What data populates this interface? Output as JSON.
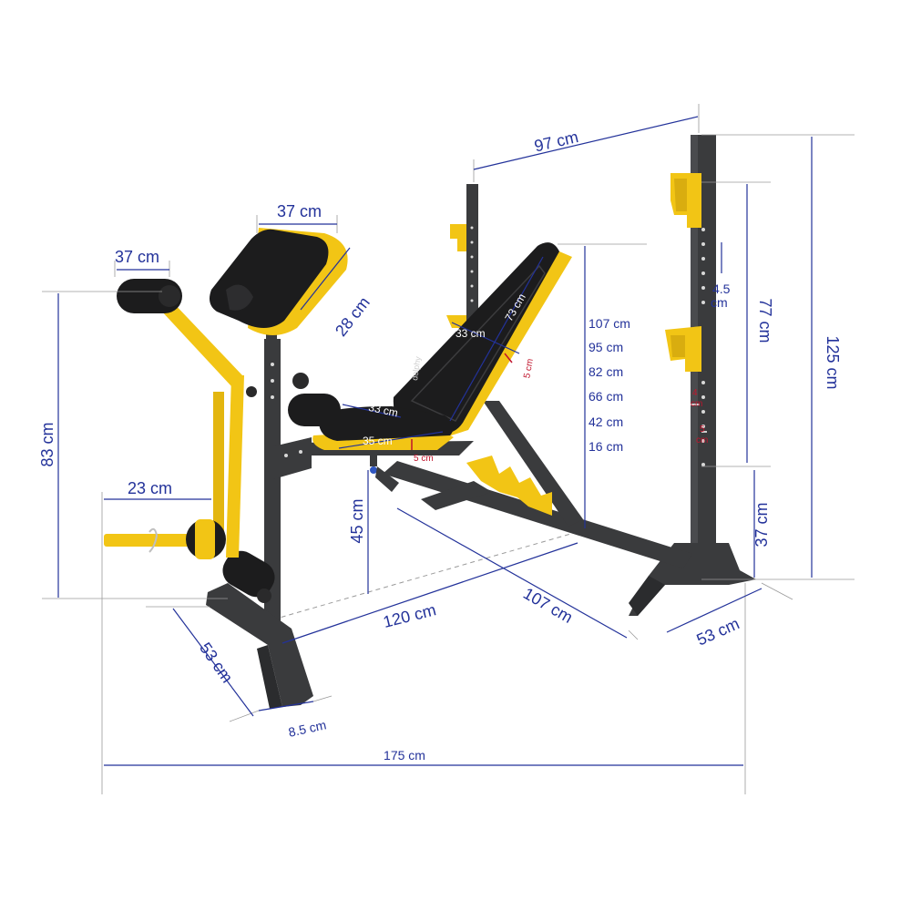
{
  "product": {
    "brand_mark": "dolphy",
    "frame_color": "#3a3b3d",
    "accent_color": "#f2c515",
    "pad_color": "#1c1c1d",
    "dimension_color": "#23329a",
    "highlight_color": "#c0142c"
  },
  "dimensions": {
    "rack_width": "97 cm",
    "rack_height": "125 cm",
    "rack_hook_span": "77 cm",
    "rack_hole_spacing_value": "4.5",
    "rack_hole_spacing_unit": "cm",
    "rack_base_height": "37 cm",
    "rack_foot_depth": "53 cm",
    "curl_pad_width": "37 cm",
    "curl_pad_length": "28 cm",
    "leg_roller_width": "37 cm",
    "leg_attachment_height": "83 cm",
    "plate_post_length": "23 cm",
    "backrest_length": "73 cm",
    "backrest_width": "33 cm",
    "backrest_thickness": "5 cm",
    "seat_width": "33 cm",
    "seat_length": "35 cm",
    "seat_thickness": "5 cm",
    "seat_height": "45 cm",
    "bench_length": "120 cm",
    "rack_depth_diagonal": "107 cm",
    "bench_foot_depth": "53 cm",
    "bench_foot_width": "8.5 cm",
    "overall_length": "175 cm",
    "post_hole_value": "4",
    "post_hole_unit": "cm",
    "post_gap_value": "5",
    "post_gap_unit": "cm"
  },
  "backrest_positions": [
    "107 cm",
    "95 cm",
    "82 cm",
    "66 cm",
    "42 cm",
    "16 cm"
  ]
}
